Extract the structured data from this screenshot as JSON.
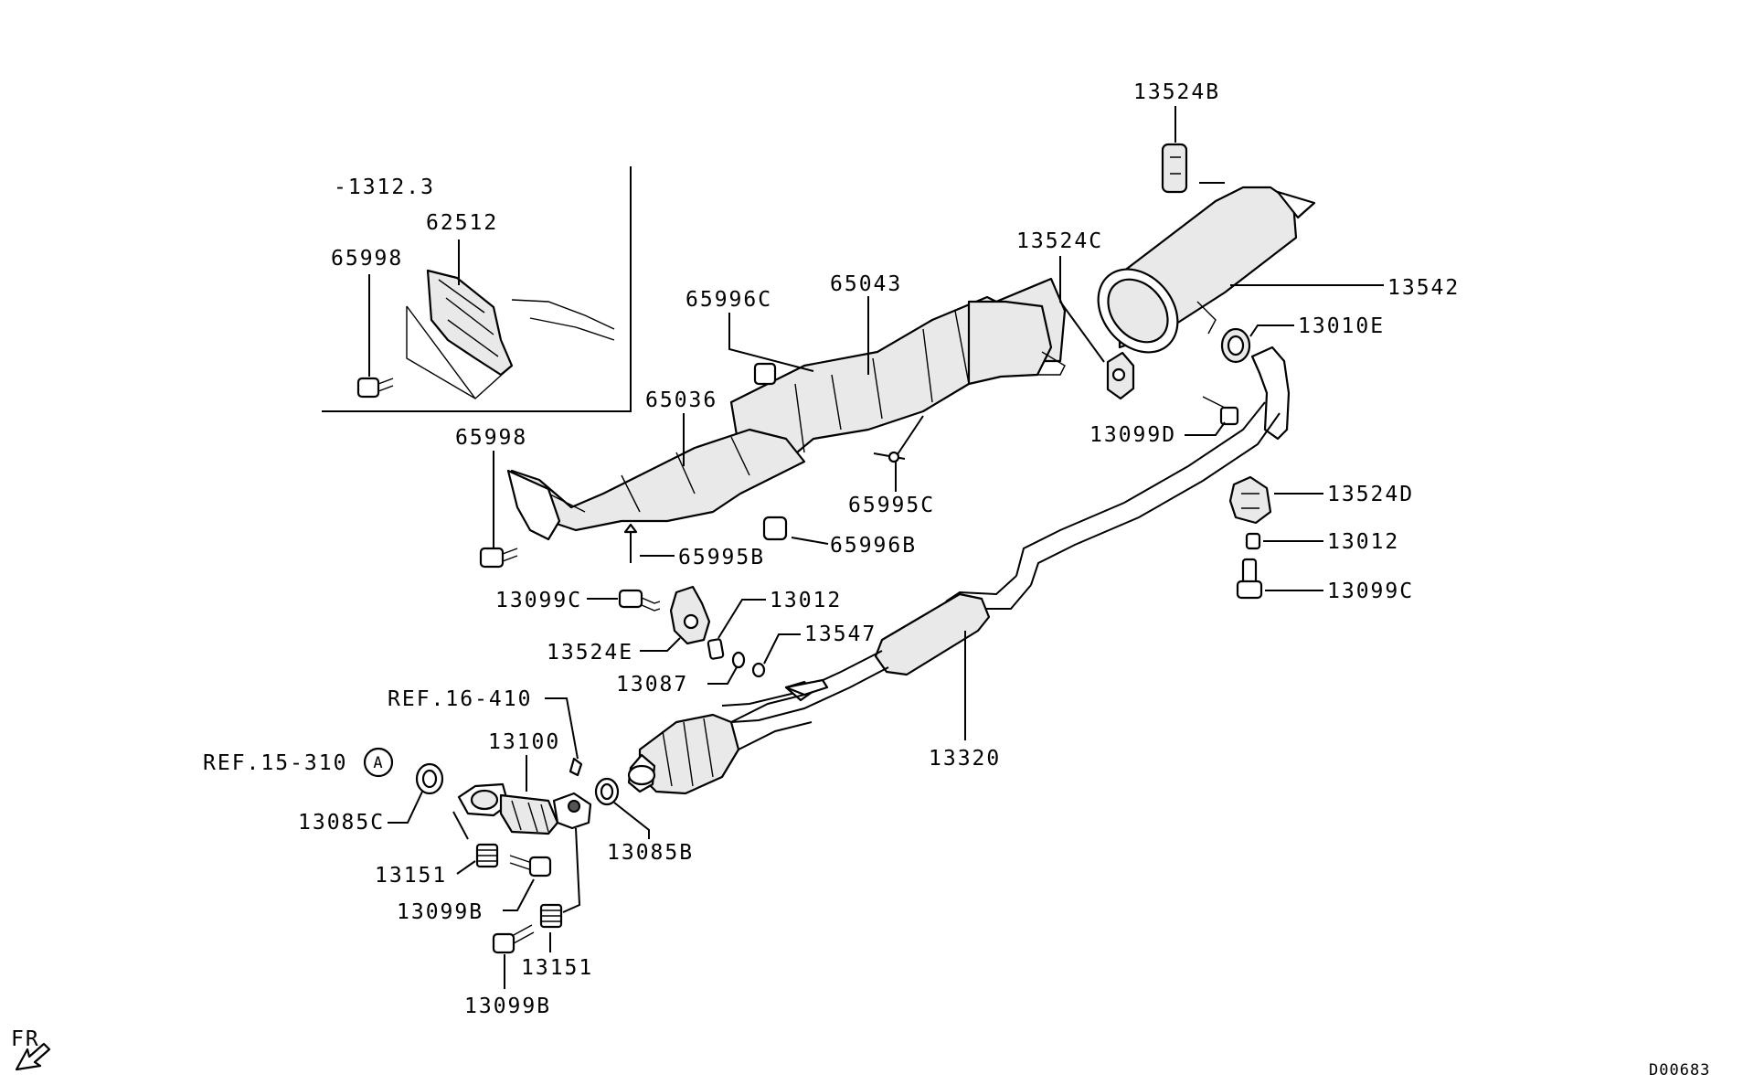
{
  "diagram": {
    "inset_note": "-1312.3",
    "drawing_code": "D00683",
    "front_marker": "FR",
    "ref_circle_letter": "A"
  },
  "labels": {
    "l_13524B": "13524B",
    "l_13524C": "13524C",
    "l_13542": "13542",
    "l_13010E": "13010E",
    "l_13099D": "13099D",
    "l_13524D": "13524D",
    "l_13012_r": "13012",
    "l_13099C_r": "13099C",
    "l_65043": "65043",
    "l_65996C": "65996C",
    "l_65036": "65036",
    "l_65998_main": "65998",
    "l_65995C": "65995C",
    "l_65996B": "65996B",
    "l_65995B": "65995B",
    "l_62512": "62512",
    "l_65998_inset": "65998",
    "l_13099C_l": "13099C",
    "l_13524E": "13524E",
    "l_13012_l": "13012",
    "l_13547": "13547",
    "l_13087": "13087",
    "l_13320": "13320",
    "l_ref16": "REF.16-410",
    "l_ref15": "REF.15-310",
    "l_13100": "13100",
    "l_13085C": "13085C",
    "l_13085B": "13085B",
    "l_13151_a": "13151",
    "l_13099B_a": "13099B",
    "l_13151_b": "13151",
    "l_13099B_b": "13099B"
  }
}
